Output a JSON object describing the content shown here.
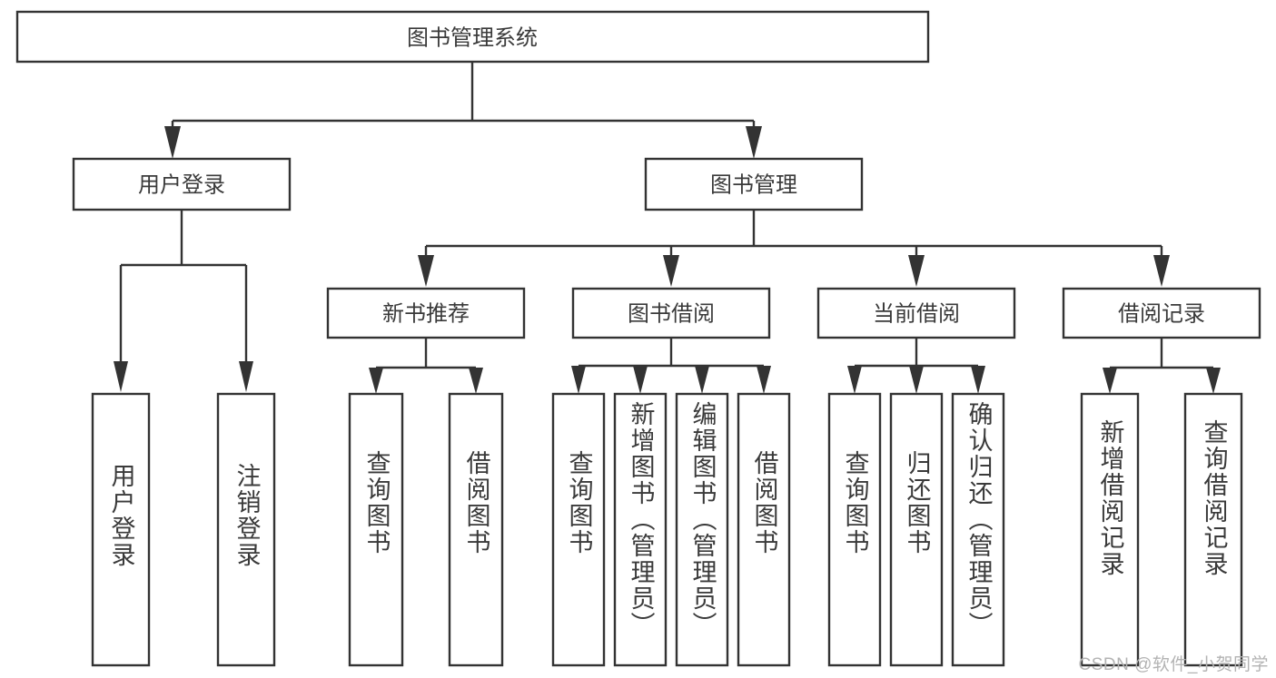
{
  "diagram": {
    "type": "hierarchy-tree",
    "title": "图书管理系统",
    "watermark": "CSDN @软件_小贺同学",
    "colors": {
      "stroke": "#333333",
      "box_fill": "#ffffff",
      "text": "#3a3a3a",
      "background": "#ffffff",
      "watermark": "#b3b3b3"
    },
    "levels": [
      {
        "level": 1,
        "nodes": [
          {
            "id": "root",
            "label": "图书管理系统",
            "orientation": "horizontal"
          }
        ]
      },
      {
        "level": 2,
        "nodes": [
          {
            "id": "user-login",
            "label": "用户登录",
            "orientation": "horizontal",
            "parent": "root"
          },
          {
            "id": "book-manage",
            "label": "图书管理",
            "orientation": "horizontal",
            "parent": "root"
          }
        ]
      },
      {
        "level": 3,
        "nodes": [
          {
            "id": "new-book-rec",
            "label": "新书推荐",
            "orientation": "horizontal",
            "parent": "book-manage"
          },
          {
            "id": "book-borrow",
            "label": "图书借阅",
            "orientation": "horizontal",
            "parent": "book-manage"
          },
          {
            "id": "current-borrow",
            "label": "当前借阅",
            "orientation": "horizontal",
            "parent": "book-manage"
          },
          {
            "id": "borrow-record",
            "label": "借阅记录",
            "orientation": "horizontal",
            "parent": "book-manage"
          }
        ]
      },
      {
        "level": 4,
        "nodes": [
          {
            "id": "leaf-user-login",
            "label": "用户登录",
            "orientation": "vertical",
            "parent": "user-login"
          },
          {
            "id": "leaf-logout",
            "label": "注销登录",
            "orientation": "vertical",
            "parent": "user-login"
          },
          {
            "id": "leaf-query-book-1",
            "label": "查询图书",
            "orientation": "vertical",
            "parent": "new-book-rec"
          },
          {
            "id": "leaf-borrow-book-1",
            "label": "借阅图书",
            "orientation": "vertical",
            "parent": "new-book-rec"
          },
          {
            "id": "leaf-query-book-2",
            "label": "查询图书",
            "orientation": "vertical",
            "parent": "book-borrow"
          },
          {
            "id": "leaf-add-book",
            "label": "新增图书（管理员）",
            "orientation": "vertical",
            "parent": "book-borrow"
          },
          {
            "id": "leaf-edit-book",
            "label": "编辑图书（管理员）",
            "orientation": "vertical",
            "parent": "book-borrow"
          },
          {
            "id": "leaf-borrow-book-2",
            "label": "借阅图书",
            "orientation": "vertical",
            "parent": "book-borrow"
          },
          {
            "id": "leaf-query-book-3",
            "label": "查询图书",
            "orientation": "vertical",
            "parent": "current-borrow"
          },
          {
            "id": "leaf-return-book",
            "label": "归还图书",
            "orientation": "vertical",
            "parent": "current-borrow"
          },
          {
            "id": "leaf-confirm-return",
            "label": "确认归还（管理员）",
            "orientation": "vertical",
            "parent": "current-borrow"
          },
          {
            "id": "leaf-add-record",
            "label": "新增借阅记录",
            "orientation": "vertical",
            "parent": "borrow-record"
          },
          {
            "id": "leaf-query-record",
            "label": "查询借阅记录",
            "orientation": "vertical",
            "parent": "borrow-record"
          }
        ]
      }
    ]
  }
}
